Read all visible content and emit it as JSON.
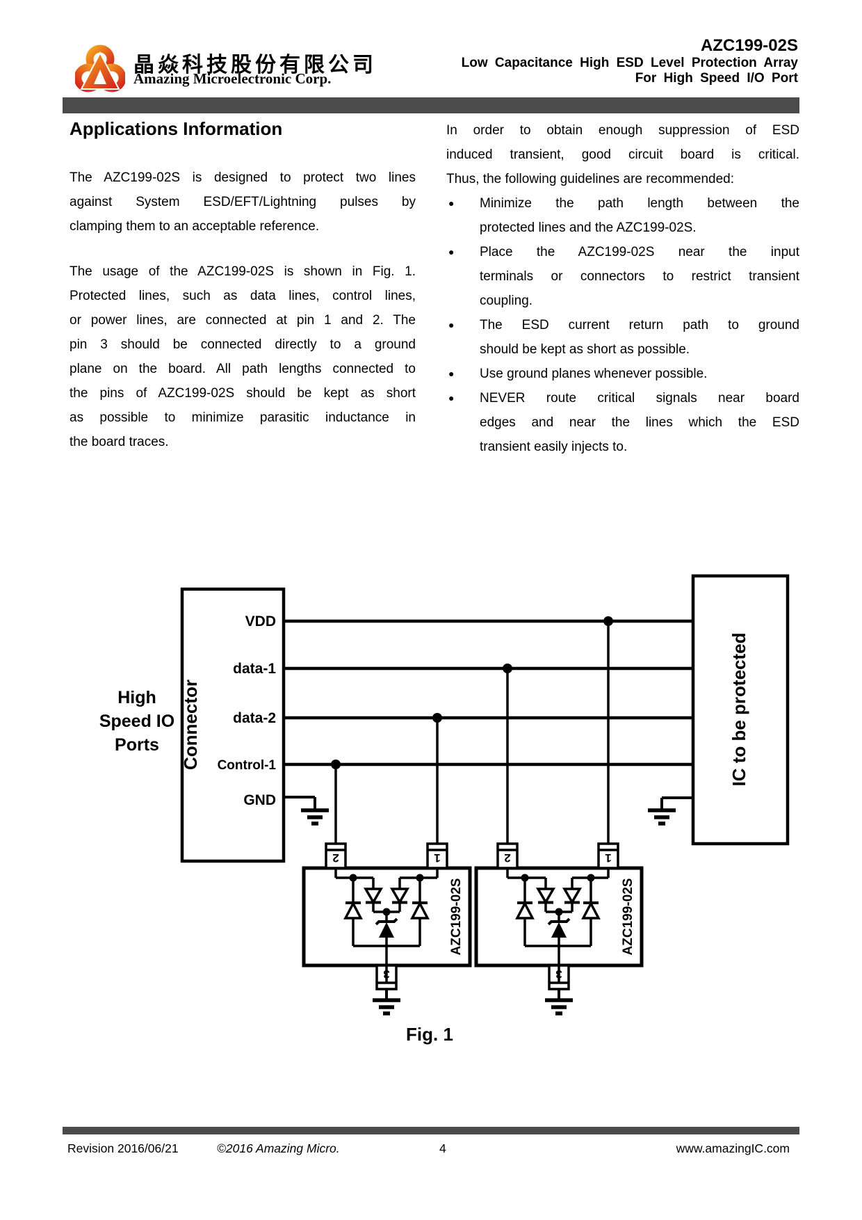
{
  "header": {
    "company_cn": "晶焱科技股份有限公司",
    "company_en": "Amazing Microelectronic Corp.",
    "part_number": "AZC199-02S",
    "subtitle1": "Low Capacitance High ESD Level Protection Array",
    "subtitle2": "For High Speed I/O Port"
  },
  "content": {
    "heading": "Applications Information",
    "para1": [
      "The AZC199-02S is designed to protect two lines",
      "against System ESD/EFT/Lightning pulses by",
      "clamping them to an acceptable reference."
    ],
    "para2": [
      "The usage of the AZC199-02S is shown in Fig. 1.",
      "Protected lines, such as data lines, control lines,",
      "or power lines, are connected at pin 1 and 2. The",
      "pin 3 should be connected directly to a ground",
      "plane on the board. All path lengths connected to",
      "the pins of AZC199-02S should be kept as short",
      "as possible to minimize parasitic inductance in",
      "the board traces."
    ],
    "right_intro": [
      "In order to obtain enough suppression of ESD",
      "induced transient, good circuit board is critical.",
      "Thus, the following guidelines are recommended:"
    ],
    "bullet_glyph": "●",
    "bullets": [
      [
        "Minimize the path length between the",
        "protected lines and the AZC199-02S."
      ],
      [
        "Place the AZC199-02S near the input",
        "terminals or connectors to restrict transient",
        "coupling."
      ],
      [
        "The ESD current return path to ground",
        "should be kept as short as possible."
      ],
      [
        "Use ground planes whenever possible."
      ],
      [
        "NEVER route critical signals near board",
        "edges and near the lines which the ESD",
        "transient easily injects to."
      ]
    ]
  },
  "figure": {
    "caption": "Fig. 1",
    "io_label_lines": [
      "High",
      "Speed IO",
      "Ports"
    ],
    "connector_label": "Connector",
    "ic_label": "IC to be protected",
    "device_label": "AZC199-02S",
    "signals": {
      "vdd": "VDD",
      "data1": "data-1",
      "data2": "data-2",
      "control1": "Control-1",
      "gnd": "GND"
    },
    "pins": {
      "p1": "1",
      "p2": "2",
      "p3": "3"
    }
  },
  "footer": {
    "revision": "Revision 2016/06/21",
    "copyright": "©2016 Amazing Micro.",
    "page": "4",
    "website": "www.amazingIC.com"
  },
  "colors": {
    "bar_gray": "#4b4b4b",
    "logo_red": "#d01f1b",
    "logo_orange": "#f7a81d"
  }
}
